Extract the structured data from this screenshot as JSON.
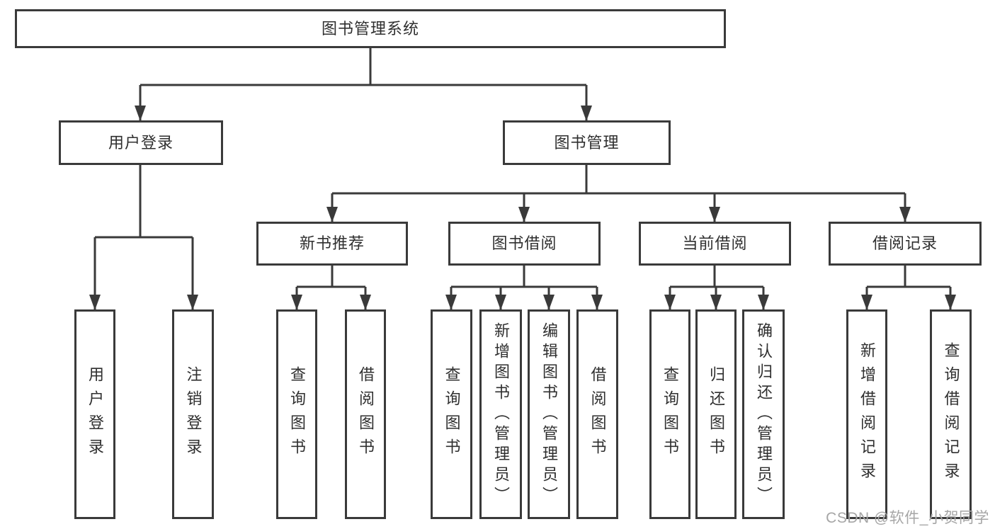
{
  "diagram": {
    "root": {
      "label": "图书管理系统"
    },
    "level2": [
      {
        "label": "用户登录"
      },
      {
        "label": "图书管理"
      }
    ],
    "level3": [
      {
        "label": "新书推荐"
      },
      {
        "label": "图书借阅"
      },
      {
        "label": "当前借阅"
      },
      {
        "label": "借阅记录"
      }
    ],
    "leaves": {
      "user_login": [
        {
          "label": "用户登录"
        },
        {
          "label": "注销登录"
        }
      ],
      "new_book": [
        {
          "label": "查询图书"
        },
        {
          "label": "借阅图书"
        }
      ],
      "borrowing": [
        {
          "label": "查询图书"
        },
        {
          "label": "新增图书（管理员）"
        },
        {
          "label": "编辑图书（管理员）"
        },
        {
          "label": "借阅图书"
        }
      ],
      "current": [
        {
          "label": "查询图书"
        },
        {
          "label": "归还图书"
        },
        {
          "label": "确认归还（管理员）"
        }
      ],
      "records": [
        {
          "label": "新增借阅记录"
        },
        {
          "label": "查询借阅记录"
        }
      ]
    }
  },
  "watermark": {
    "text": "CSDN @软件_小贺同学"
  },
  "colors": {
    "line": "#3a3a3a",
    "text": "#2f2f2f",
    "watermark": "#a6a6a6",
    "background": "#ffffff"
  }
}
